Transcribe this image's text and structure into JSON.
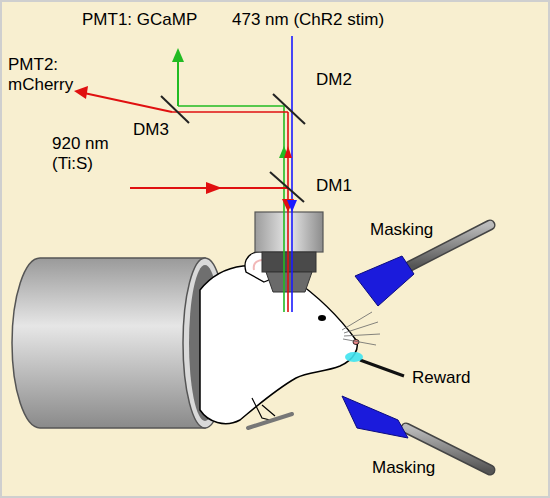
{
  "diagram": {
    "labels": [
      "PMT1: GCaMP",
      "473 nm (ChR2 stim)",
      "PMT2: mCherry",
      "DM3",
      "DM2",
      "920 nm (Ti:S)",
      "DM1",
      "Masking",
      "Reward",
      "Masking"
    ]
  }
}
